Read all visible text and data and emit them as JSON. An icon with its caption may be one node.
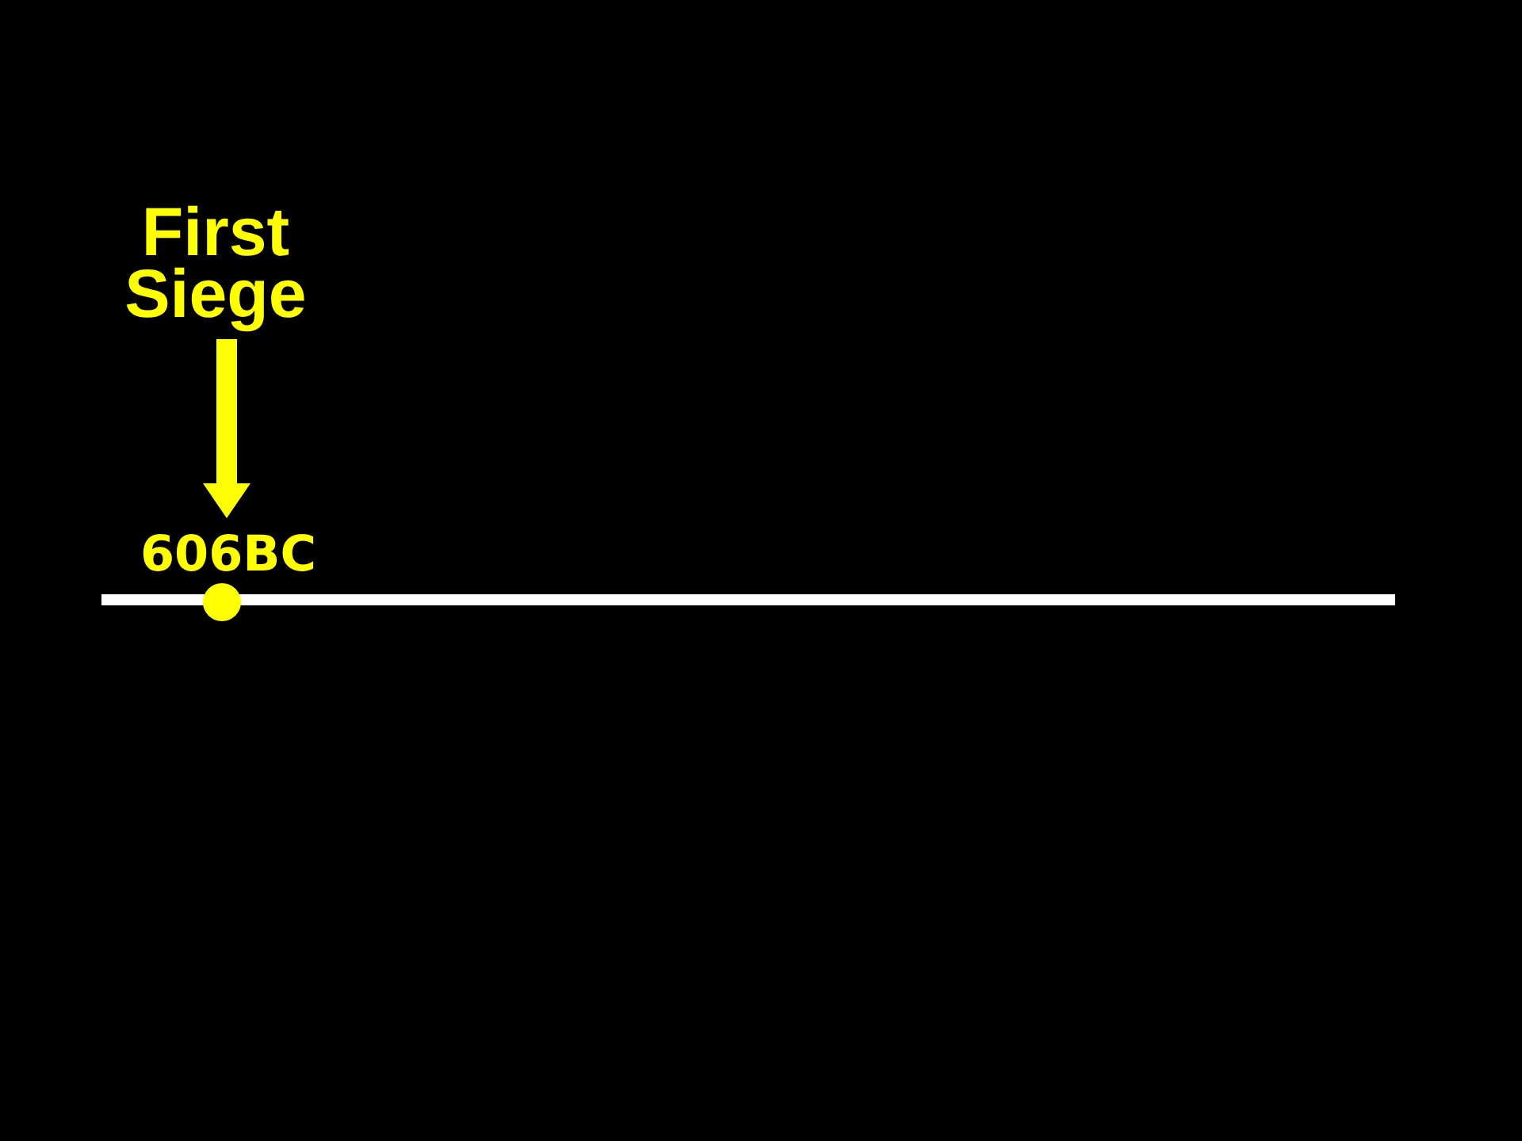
{
  "diagram": {
    "nodes": [
      {
        "text": [
          "First Siege"
        ]
      },
      {
        "text": [
          "606BC"
        ]
      }
    ],
    "edges": [
      {
        "from": 0,
        "to": 1,
        "arrow": "to"
      }
    ]
  }
}
